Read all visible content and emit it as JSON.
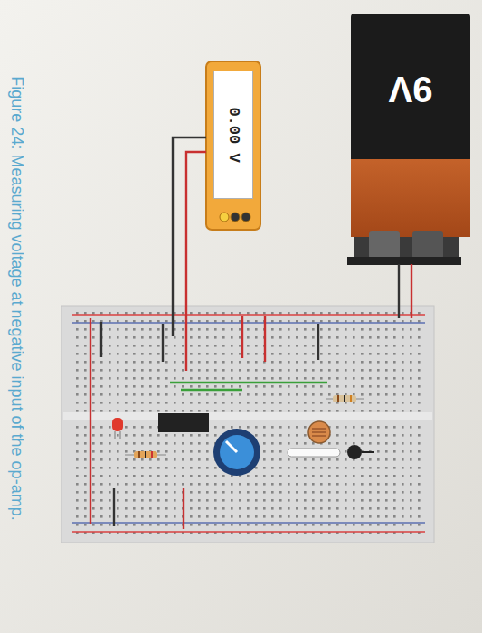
{
  "diagram": {
    "caption": "Figure 24: Measuring voltage at negative input of the op-amp.",
    "nodes": [
      {
        "text": [
          "0.00 V"
        ]
      },
      {
        "text": [
          "9V"
        ]
      }
    ]
  }
}
